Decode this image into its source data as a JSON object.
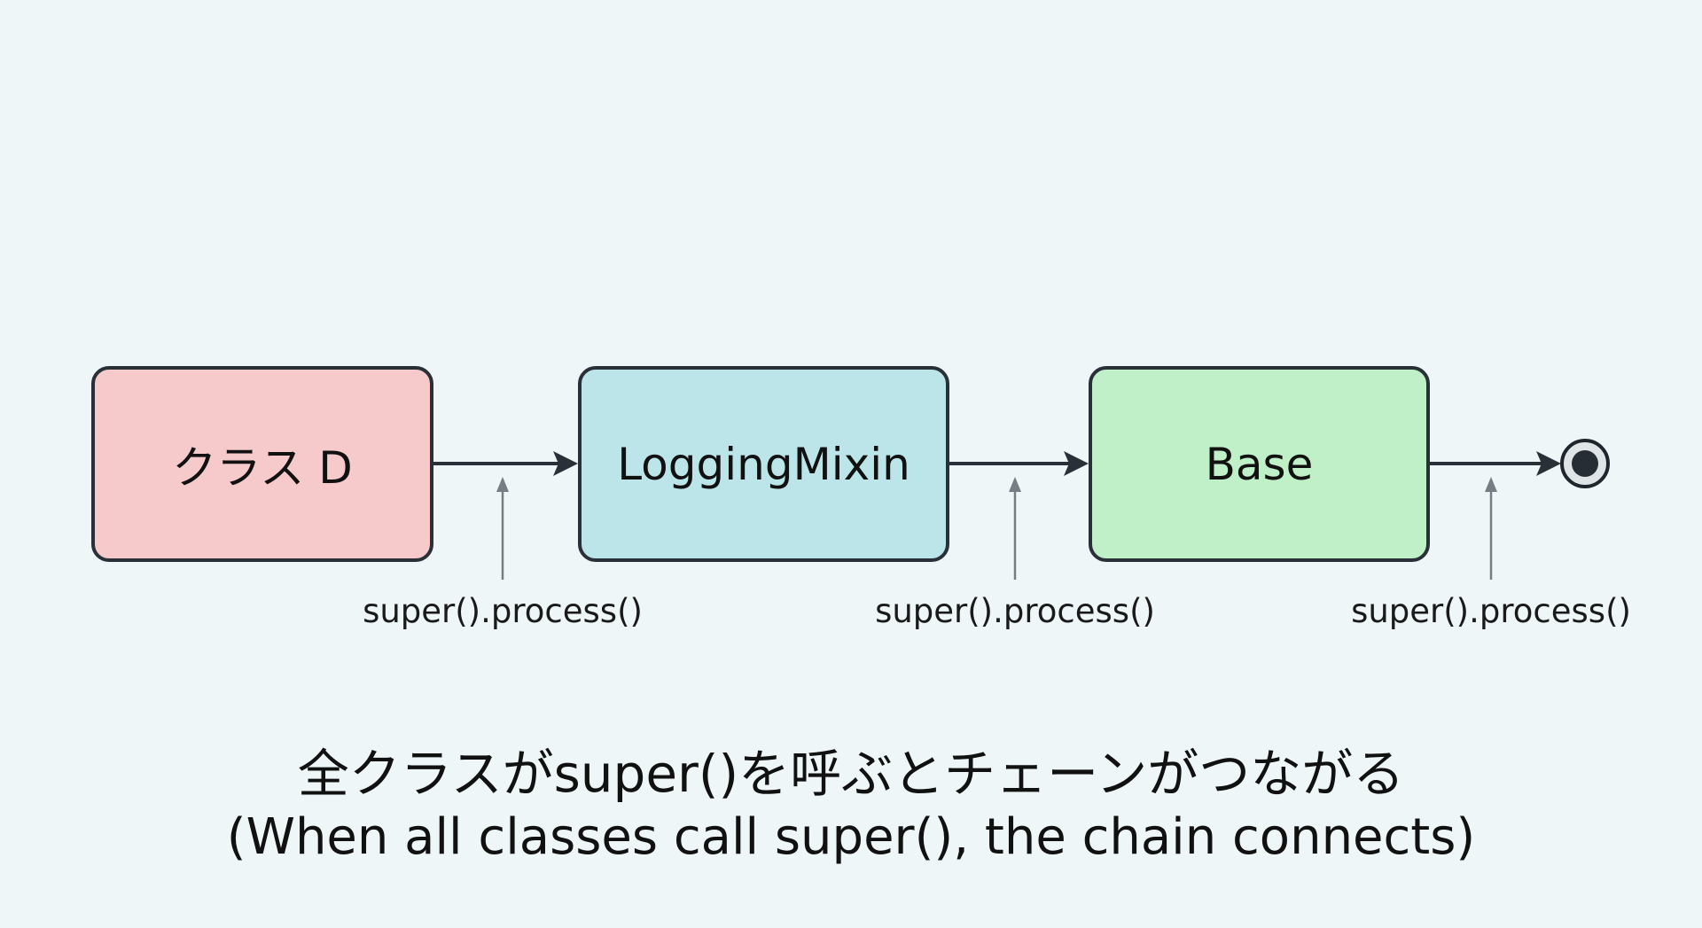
{
  "diagram": {
    "title": "Method resolution chain via super()",
    "nodes": [
      {
        "id": "class-d",
        "label": "クラス D",
        "color": "#f6c9ca"
      },
      {
        "id": "logging-mixin",
        "label": "LoggingMixin",
        "color": "#bce5ea"
      },
      {
        "id": "base",
        "label": "Base",
        "color": "#bff0c8"
      }
    ],
    "end_node": {
      "type": "terminal",
      "icon": "end-state-icon"
    },
    "edges": [
      {
        "from": "class-d",
        "to": "logging-mixin",
        "call_label": "super().process()"
      },
      {
        "from": "logging-mixin",
        "to": "base",
        "call_label": "super().process()"
      },
      {
        "from": "base",
        "to": "end",
        "call_label": "super().process()"
      }
    ],
    "caption": {
      "japanese": "全クラスがsuper()を呼ぶとチェーンがつながる",
      "english": "(When all classes call super(), the chain connects)"
    },
    "colors": {
      "background": "#eef6f8",
      "stroke": "#2a3038",
      "pointer": "#777d82"
    }
  }
}
